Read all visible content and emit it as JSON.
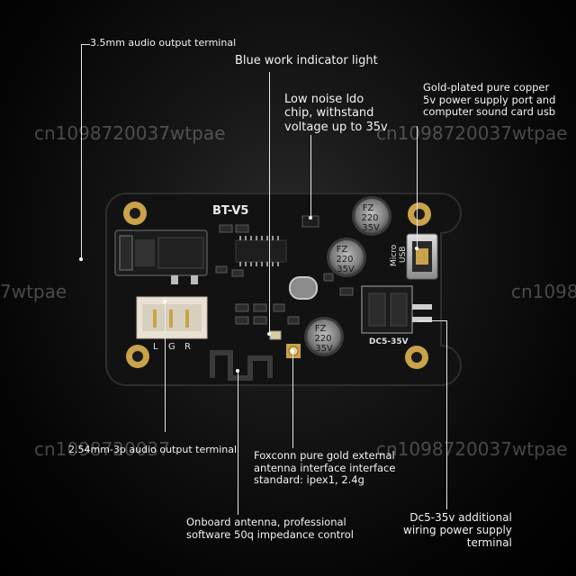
{
  "labels": {
    "audio_35": "3.5mm audio output terminal",
    "blue_light": "Blue work indicator light",
    "ldo_l1": "Low noise ldo",
    "ldo_l2": "chip, withstand",
    "ldo_l3": "voltage up to 35v",
    "usb_l1": "Gold-plated pure copper",
    "usb_l2": "5v power supply port and",
    "usb_l3": "computer sound card usb",
    "audio_254": "2.54mm-3p audio output terminal",
    "foxconn_l1": "Foxconn pure gold external",
    "foxconn_l2": "antenna interface interface",
    "foxconn_l3": "standard: ipex1, 2.4g",
    "antenna_l1": "Onboard antenna, professional",
    "antenna_l2": "software 50q impedance control",
    "dc_l1": "Dc5-35v additional",
    "dc_l2": "wiring power supply",
    "dc_l3": "terminal"
  },
  "watermark": {
    "text_a": "cn1098720037wtpae",
    "text_b": "cn1098720037wtpae",
    "text_c": "7wtpae",
    "text_d": "cn1098",
    "text_e": "cn1098720037",
    "text_f": "cn1098720037wtpae"
  },
  "board": {
    "model": "BT-V5",
    "cap1": [
      "FZ",
      "220",
      "35V"
    ],
    "cap2": [
      "FZ",
      "220",
      "35V"
    ],
    "cap3": [
      "FZ",
      "220",
      "35V"
    ],
    "usb_text_1": "Micro",
    "usb_text_2": "USB",
    "dc_label": "DC5-35V",
    "pin_l": "L",
    "pin_g": "G",
    "pin_r": "R"
  },
  "colors": {
    "pcb": "#121212",
    "pad_gold": "#c9a24a",
    "text": "#f2f2f2"
  }
}
